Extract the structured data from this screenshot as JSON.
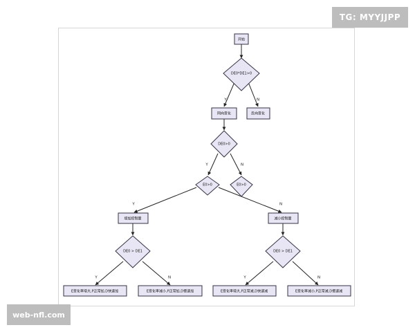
{
  "badge": {
    "text": "TG: MYYJJPP"
  },
  "watermark": {
    "text": "web-nfl.com"
  },
  "diagram": {
    "nodes": {
      "start": "开始",
      "d_product": "DE0*DE1>0",
      "same_sign": "同向变化",
      "opp_sign": "反向变化",
      "d_de0": "DE0>0",
      "d_e0_left": "E0>0",
      "d_e0_right": "E0>0",
      "increase": "增加控制量",
      "decrease": "减小控制量",
      "d_cmp_left": "DE0 > DE1",
      "d_cmp_right": "DE0 > DE1",
      "leaf1": "E变化率增大,P正常加,D快速加",
      "leaf2": "E变化率减小,P正常加,D慢速加",
      "leaf3": "E变化率增大,P正常减,D快速减",
      "leaf4": "E变化率减小,P正常减,D慢速减"
    },
    "edge_labels": {
      "yes": "Y",
      "no": "N"
    }
  }
}
